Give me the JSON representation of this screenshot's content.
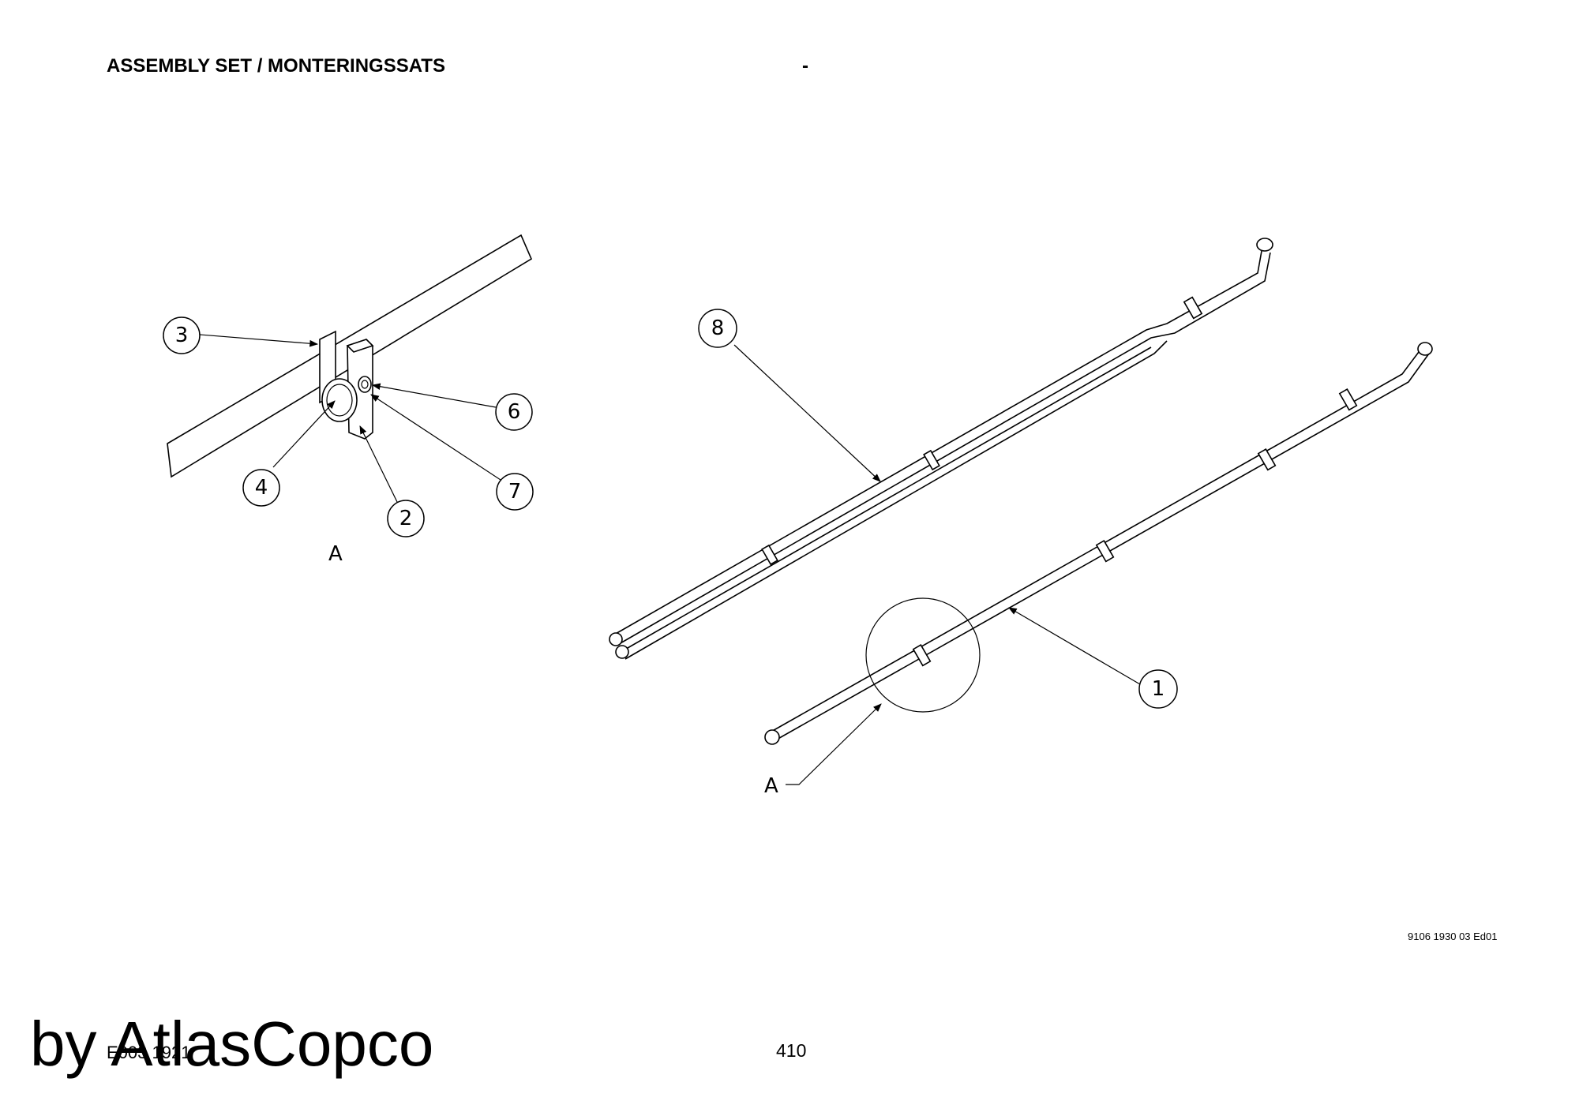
{
  "header": {
    "title": "ASSEMBLY SET / MONTERINGSSATS",
    "dash": "-"
  },
  "footer": {
    "doc_number": "9106 1930 03 Ed01",
    "page_number": "410",
    "ref_code": "E003 1921",
    "watermark": "by AtlasCopco"
  },
  "callouts": {
    "detail": {
      "c2": "2",
      "c3": "3",
      "c4": "4",
      "c6": "6",
      "c7": "7"
    },
    "main": {
      "c1": "1",
      "c8": "8"
    }
  },
  "views": {
    "detail_label": "A",
    "view_label": "A"
  }
}
